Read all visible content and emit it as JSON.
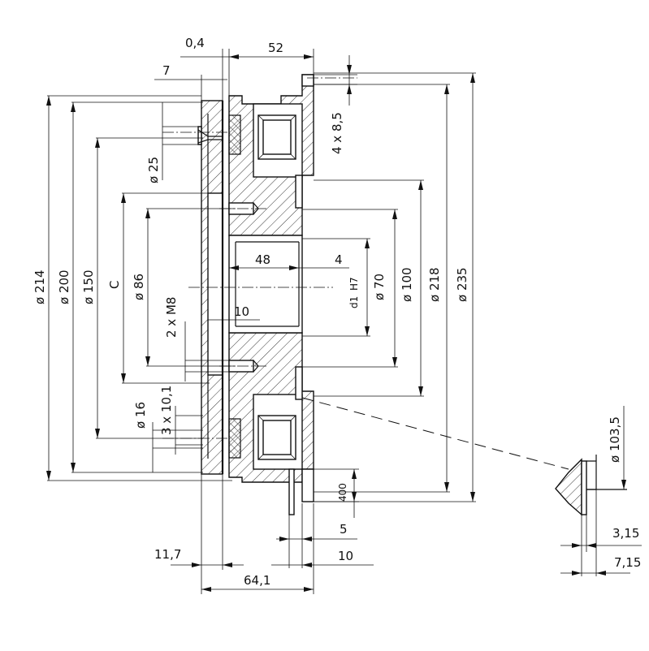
{
  "drawing": {
    "dimensions": {
      "d214": "ø 214",
      "d200": "ø 200",
      "d150": "ø 150",
      "c": "C",
      "d86": "ø 86",
      "d25": "ø 25",
      "m8": "2 x M8",
      "d16": "ø 16",
      "holes_3": "3 x 10,1",
      "d1": "d1",
      "h7": "H7",
      "d70": "ø 70",
      "d100": "ø 100",
      "d218": "ø 218",
      "d235": "ø 235",
      "holes_4": "4 x 8,5",
      "d103": "ø 103,5",
      "w04": "0,4",
      "w52": "52",
      "w7": "7",
      "w48": "48",
      "w4": "4",
      "w10a": "10",
      "w400": "400",
      "w5": "5",
      "w117": "11,7",
      "w10b": "10",
      "w641": "64,1",
      "w315": "3,15",
      "w715": "7,15"
    }
  }
}
